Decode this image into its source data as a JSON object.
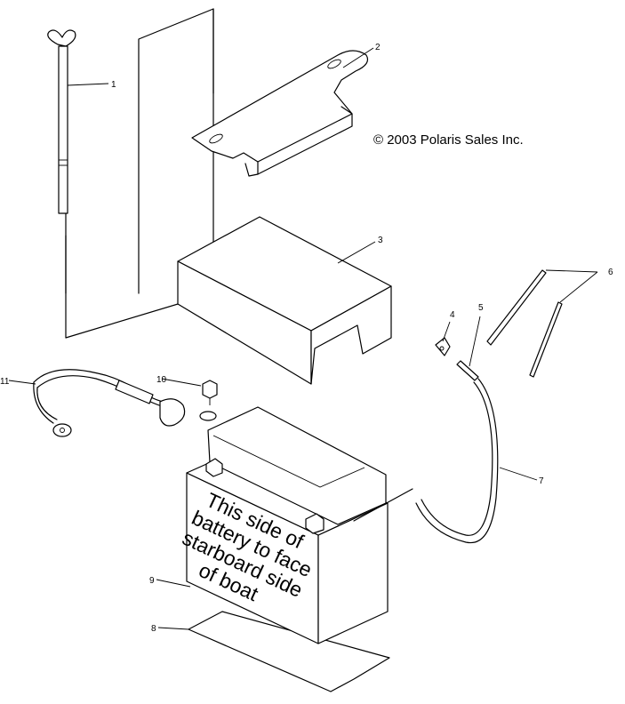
{
  "copyright": "© 2003 Polaris Sales Inc.",
  "callouts": {
    "c1": "1",
    "c2": "2",
    "c3": "3",
    "c4": "4",
    "c5": "5",
    "c6": "6",
    "c7": "7",
    "c8": "8",
    "c9": "9",
    "c10": "10",
    "c11": "11"
  },
  "battery_label": {
    "line1": "This side of",
    "line2": "battery to face",
    "line3": "starboard side",
    "line4": "of boat"
  }
}
